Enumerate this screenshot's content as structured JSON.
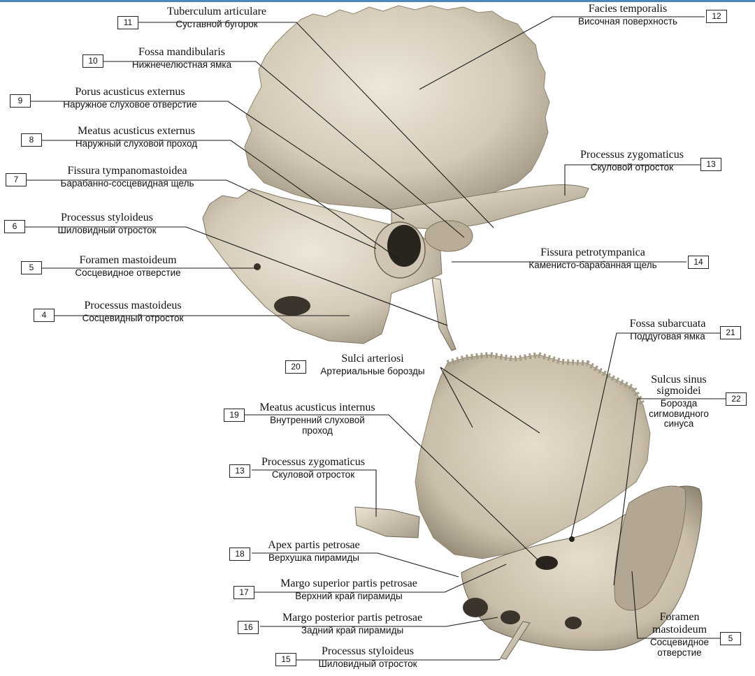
{
  "colors": {
    "bone": "#d9d0bf",
    "bone_shadow": "#a89e8c",
    "bone_dark": "#6d6456",
    "cavity": "#2a241f",
    "leader": "#1a1a1a",
    "accent_bar": "#4d86b8"
  },
  "labels": {
    "l11": {
      "latin": "Tuberculum articulare",
      "russian": "Суставной бугорок",
      "number": "11"
    },
    "l10": {
      "latin": "Fossa mandibularis",
      "russian": "Нижнечелюстная ямка",
      "number": "10"
    },
    "l9": {
      "latin": "Porus acusticus externus",
      "russian": "Наружное слуховое отверстие",
      "number": "9"
    },
    "l8": {
      "latin": "Meatus acusticus externus",
      "russian": "Наружный слуховой проход",
      "number": "8"
    },
    "l7": {
      "latin": "Fissura tympanomastoidea",
      "russian": "Барабанно-сосцевидная щель",
      "number": "7"
    },
    "l6": {
      "latin": "Processus styloideus",
      "russian": "Шиловидный отросток",
      "number": "6"
    },
    "l5a": {
      "latin": "Foramen mastoideum",
      "russian": "Сосцевидное отверстие",
      "number": "5"
    },
    "l4": {
      "latin": "Processus mastoideus",
      "russian": "Сосцевидный отросток",
      "number": "4"
    },
    "l12": {
      "latin": "Facies temporalis",
      "russian": "Височная поверхность",
      "number": "12"
    },
    "l13a": {
      "latin": "Processus zygomaticus",
      "russian": "Скуловой отросток",
      "number": "13"
    },
    "l14": {
      "latin": "Fissura petrotympanica",
      "russian": "Каменисто-барабанная щель",
      "number": "14"
    },
    "l21": {
      "latin": "Fossa subarcuata",
      "russian": "Поддуговая ямка",
      "number": "21"
    },
    "l20": {
      "latin": "Sulci arteriosi",
      "russian": "Артериальные борозды",
      "number": "20"
    },
    "l22": {
      "latin_1": "Sulcus sinus",
      "latin_2": "sigmoidei",
      "russian_1": "Борозда",
      "russian_2": "сигмовидного",
      "russian_3": "синуса",
      "number": "22"
    },
    "l19": {
      "latin": "Meatus acusticus internus",
      "russian_1": "Внутренний слуховой",
      "russian_2": "проход",
      "number": "19"
    },
    "l13b": {
      "latin": "Processus zygomaticus",
      "russian": "Скуловой отросток",
      "number": "13"
    },
    "l18": {
      "latin": "Apex partis petrosae",
      "russian": "Верхушка пирамиды",
      "number": "18"
    },
    "l17": {
      "latin": "Margo superior partis petrosae",
      "russian": "Верхний край пирамиды",
      "number": "17"
    },
    "l16": {
      "latin": "Margo posterior partis petrosae",
      "russian": "Задний край пирамиды",
      "number": "16"
    },
    "l5b": {
      "latin_1": "Foramen",
      "latin_2": "mastoideum",
      "russian_1": "Сосцевидное",
      "russian_2": "отверстие",
      "number": "5"
    },
    "l15": {
      "latin": "Processus styloideus",
      "russian": "Шиловидный отросток",
      "number": "15"
    }
  }
}
